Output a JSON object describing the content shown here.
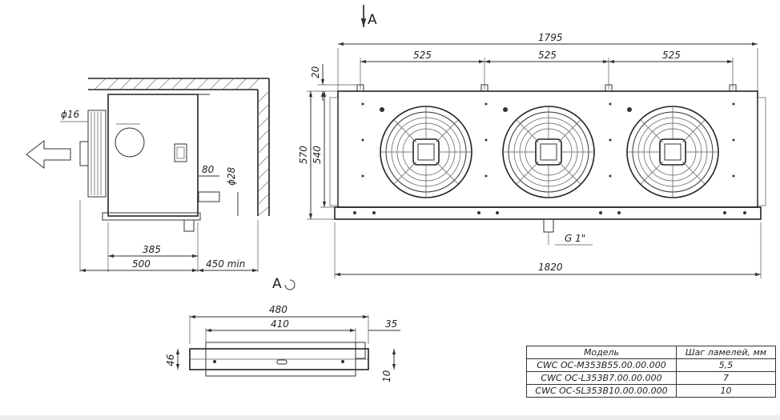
{
  "view_label": "A",
  "view_rotated_label": "A",
  "dimensions": {
    "overall_length": "1795",
    "fan_spacing_1": "525",
    "fan_spacing_2": "525",
    "fan_spacing_3": "525",
    "top_offset": "20",
    "height_total": "570",
    "height_body": "540",
    "pipe_thread": "G 1\"",
    "overall_width": "1820",
    "side_pipe_dia": "ϕ16",
    "side_length_80": "80",
    "side_pipe_dia_28": "ϕ28",
    "side_depth_385": "385",
    "side_depth_500": "500",
    "wall_clearance": "450 min",
    "bottom_width_480": "480",
    "bottom_width_410": "410",
    "bottom_offset_35": "35",
    "bottom_height_46": "46",
    "bottom_height_10": "10"
  },
  "spec_table": {
    "header_model": "Модель",
    "header_fin": "Шаг ламелей, мм",
    "rows": [
      {
        "model": "CWC OC-M353B55.00.00.000",
        "fin": "5,5"
      },
      {
        "model": "CWC OC-L353B7.00.00.000",
        "fin": "7"
      },
      {
        "model": "CWC OC-SL353B10.00.00.000",
        "fin": "10"
      }
    ]
  }
}
